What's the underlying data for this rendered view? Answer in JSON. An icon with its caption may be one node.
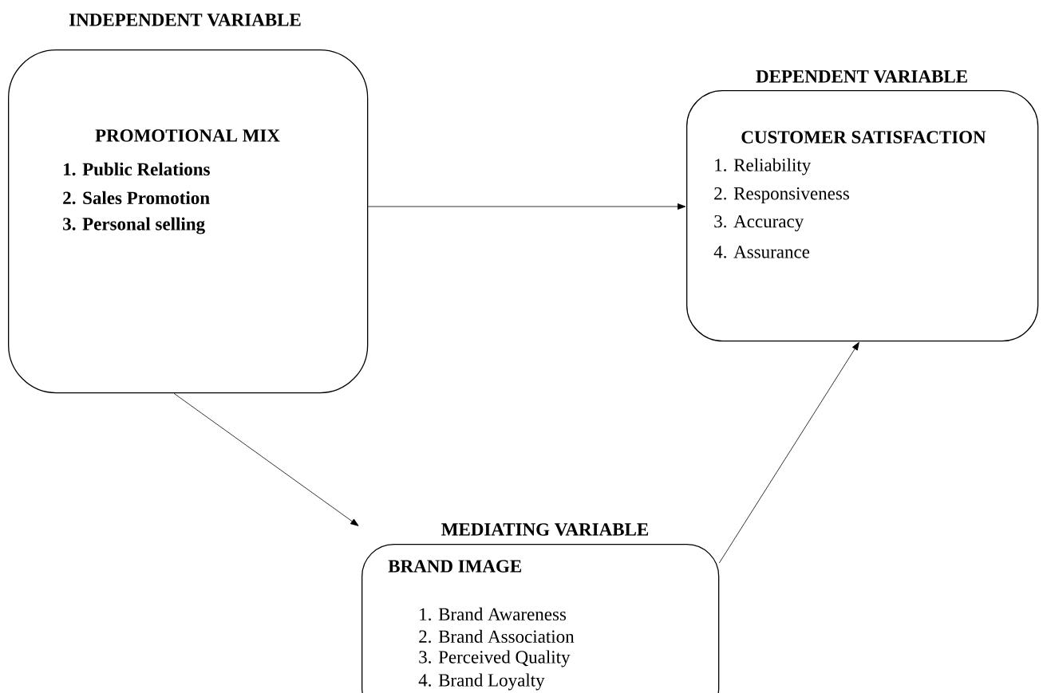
{
  "diagram": {
    "nodes": [
      {
        "text": [
          "INDEPENDENT VARIABLE",
          "PROMOTIONAL MIX",
          "1. Public Relations",
          "2. Sales Promotion",
          "3. Personal selling"
        ]
      },
      {
        "text": [
          "DEPENDENT VARIABLE",
          "CUSTOMER SATISFACTION",
          "1. Reliability",
          "2. Responsiveness",
          "3. Accuracy",
          "4. Assurance"
        ]
      },
      {
        "text": [
          "MEDIATING VARIABLE",
          "BRAND IMAGE",
          "1. Brand Awareness",
          "2. Brand Association",
          "3. Perceived Quality",
          "4. Brand Loyalty"
        ]
      }
    ],
    "edges": [
      {
        "from": 0,
        "to": 1,
        "arrow": "to"
      },
      {
        "from": 0,
        "to": 2,
        "arrow": "to"
      },
      {
        "from": 2,
        "to": 1,
        "arrow": "to"
      }
    ]
  }
}
